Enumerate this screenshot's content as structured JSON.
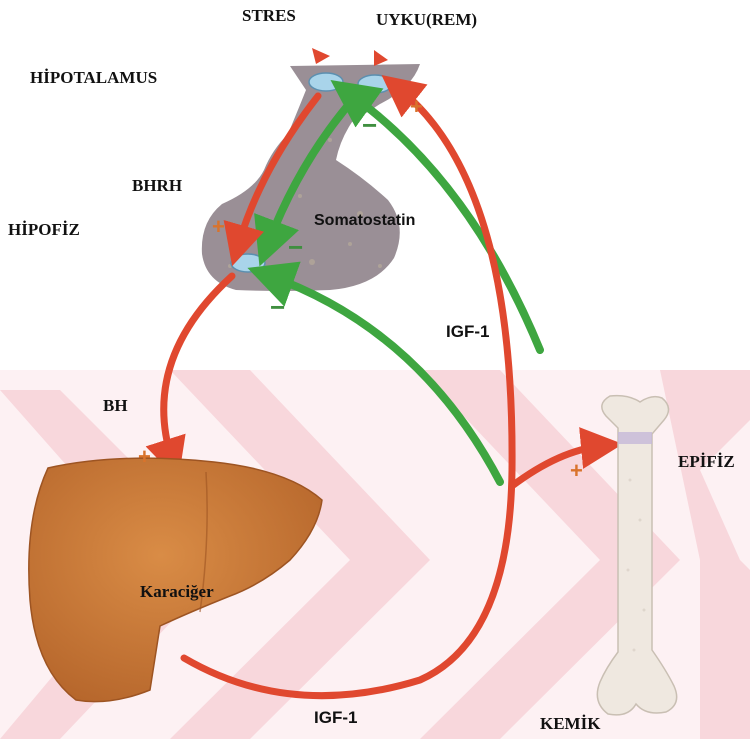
{
  "labels": {
    "stres": "STRES",
    "uyku": "UYKU(REM)",
    "hipotalamus": "HİPOTALAMUS",
    "bhrh": "BHRH",
    "hipofiz": "HİPOFİZ",
    "somatostatin": "Somatostatin",
    "igf1_upper": "IGF-1",
    "bh": "BH",
    "epifiz": "EPİFİZ",
    "karaciger": "Karaciğer",
    "igf1_lower": "IGF-1",
    "kemik": "KEMİK"
  },
  "signs": {
    "plus": "+",
    "minus": "−"
  },
  "colors": {
    "stimulation_arrow": "#e0482f",
    "inhibition_arrow": "#3ea640",
    "gland": "#9a8f96",
    "neuron": "#a9d4ea",
    "liver": "#c97a33",
    "bone": "#efe8e0",
    "watermark": "#f8d7dc",
    "plus_sign": "#d9732c",
    "minus_sign": "#3f8f3f"
  }
}
